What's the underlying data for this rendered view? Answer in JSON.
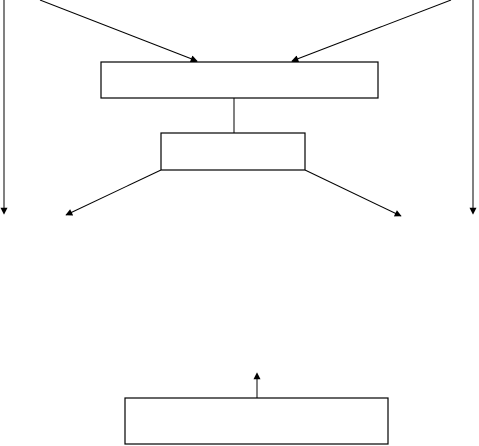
{
  "diagram": {
    "background": "#ffffff",
    "stroke_color": "#000000",
    "boxes": [
      {
        "id": "top-box",
        "label": ""
      },
      {
        "id": "middle-box",
        "label": ""
      },
      {
        "id": "bottom-box",
        "label": ""
      }
    ],
    "arrows": [
      {
        "id": "arrow-left-edge-down",
        "direction": "down"
      },
      {
        "id": "arrow-right-edge-down",
        "direction": "down"
      },
      {
        "id": "arrow-into-top-box-from-left",
        "target": "top-box"
      },
      {
        "id": "arrow-into-top-box-from-right",
        "target": "top-box"
      },
      {
        "id": "connector-top-to-middle-box",
        "from": "top-box",
        "to": "middle-box"
      },
      {
        "id": "arrow-middle-box-to-left",
        "from": "middle-box"
      },
      {
        "id": "arrow-middle-box-to-right",
        "from": "middle-box"
      },
      {
        "id": "arrow-up-from-bottom-box",
        "from": "bottom-box",
        "direction": "up"
      }
    ]
  }
}
